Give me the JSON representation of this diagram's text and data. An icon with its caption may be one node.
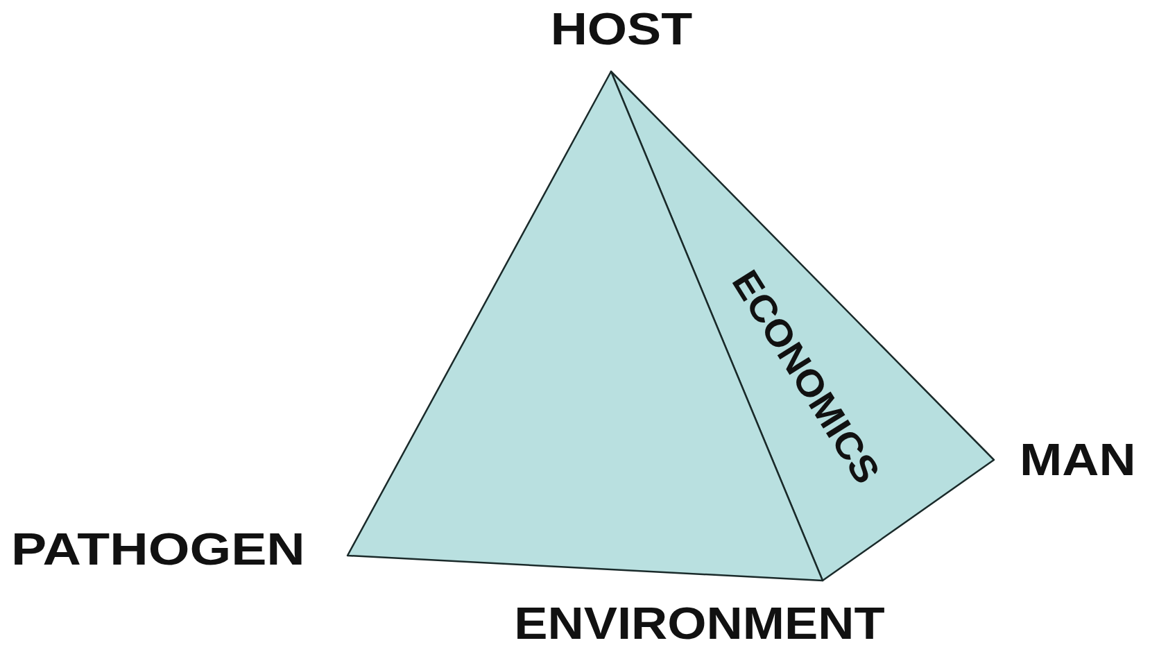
{
  "diagram": {
    "labels": [
      "HOST",
      "ECONOMICS",
      "MAN",
      "PATHOGEN",
      "ENVIRONMENT"
    ]
  }
}
